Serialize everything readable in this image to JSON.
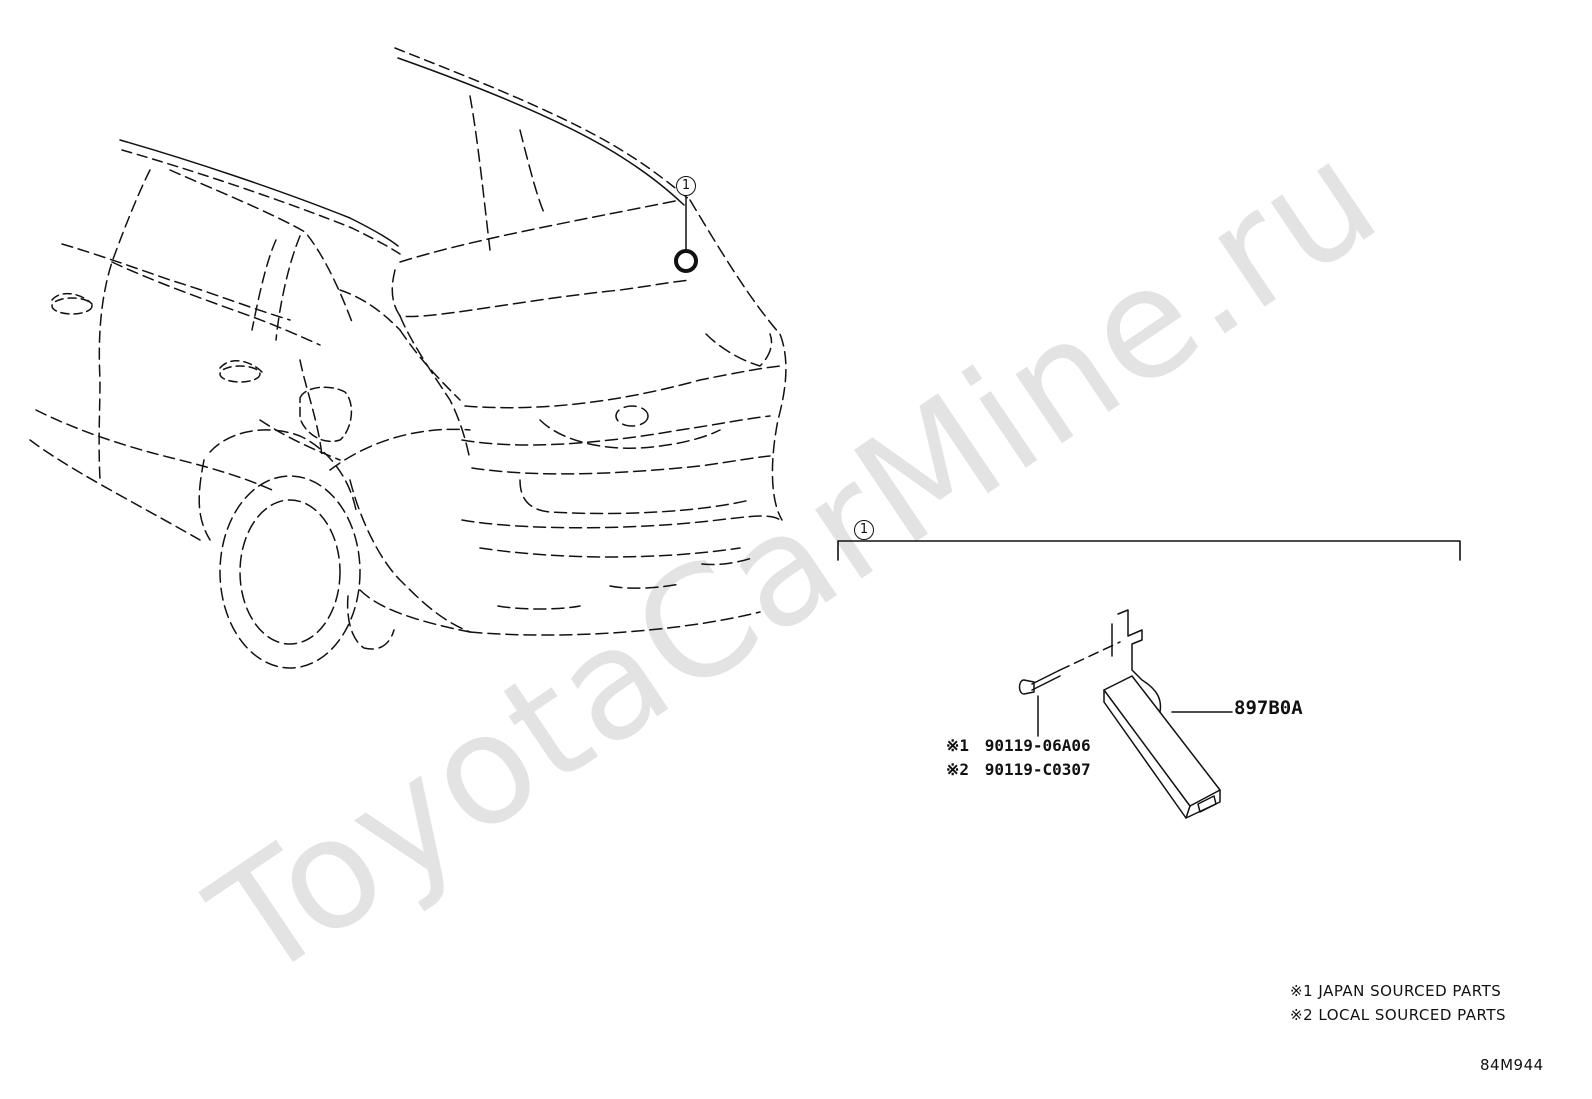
{
  "watermark": "ToyotaCarMine.ru",
  "callouts": [
    {
      "number": "1"
    },
    {
      "number": "1"
    }
  ],
  "parts": {
    "module": {
      "part_no": "897B0A"
    },
    "screw": [
      {
        "mark": "※1",
        "part_no": "90119-06A06"
      },
      {
        "mark": "※2",
        "part_no": "90119-C0307"
      }
    ]
  },
  "legend": [
    {
      "mark": "※1",
      "text": "JAPAN SOURCED PARTS"
    },
    {
      "mark": "※2",
      "text": "LOCAL SOURCED PARTS"
    }
  ],
  "illustration_code": "84M944"
}
